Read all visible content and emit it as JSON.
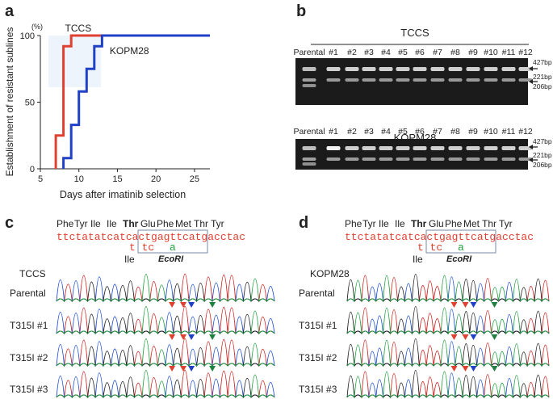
{
  "panels": {
    "a": "a",
    "b": "b",
    "c": "c",
    "d": "d"
  },
  "chart_data": {
    "type": "line",
    "title": "",
    "xlabel": "Days after imatinib selection",
    "ylabel": "Establishment of resistant sublines",
    "yunit": "(%)",
    "xlim": [
      5,
      27
    ],
    "ylim": [
      0,
      100
    ],
    "xticks": [
      "5",
      "10",
      "15",
      "20",
      "25"
    ],
    "yticks": [
      "0",
      "50",
      "100"
    ],
    "series": [
      {
        "name": "TCCS",
        "color": "#e04030",
        "steps": [
          [
            7,
            0
          ],
          [
            7,
            25
          ],
          [
            8,
            25
          ],
          [
            8,
            92
          ],
          [
            9,
            92
          ],
          [
            9,
            100
          ],
          [
            20,
            100
          ]
        ]
      },
      {
        "name": "KOPM28",
        "color": "#2040c8",
        "steps": [
          [
            8,
            0
          ],
          [
            8,
            8
          ],
          [
            9,
            8
          ],
          [
            9,
            33
          ],
          [
            10,
            33
          ],
          [
            10,
            58
          ],
          [
            11,
            58
          ],
          [
            11,
            75
          ],
          [
            12,
            75
          ],
          [
            12,
            92
          ],
          [
            13,
            92
          ],
          [
            13,
            100
          ],
          [
            27,
            100
          ]
        ]
      }
    ]
  },
  "gel": {
    "lanes": [
      "Parental",
      "#1",
      "#2",
      "#3",
      "#4",
      "#5",
      "#6",
      "#7",
      "#8",
      "#9",
      "#10",
      "#11",
      "#12"
    ],
    "tccs_title": "TCCS",
    "kopm_title": "KOPM28",
    "bp_labels": [
      "427bp",
      "221bp",
      "206bp"
    ]
  },
  "sequence": {
    "amino": [
      "Phe",
      "Tyr",
      "Ile",
      "Ile",
      "Thr",
      "Glu",
      "Phe",
      "Met",
      "Thr",
      "Tyr"
    ],
    "dna": "ttctatatcatcactgagttcatgacctac",
    "mut_line": "t  tc",
    "mut_aa": "Ile",
    "mut_a": "a",
    "enzyme": "EcoRI"
  },
  "chrom_c": {
    "cell": "TCCS",
    "rows": [
      "Parental",
      "T315I #1",
      "T315I #2",
      "T315I #3"
    ]
  },
  "chrom_d": {
    "cell": "KOPM28",
    "rows": [
      "Parental",
      "T315I #1",
      "T315I #2",
      "T315I #3"
    ]
  },
  "colors": {
    "red": "#e04030",
    "blue": "#2040c8",
    "green": "#208040",
    "gel_bg": "#1a1a1a"
  }
}
